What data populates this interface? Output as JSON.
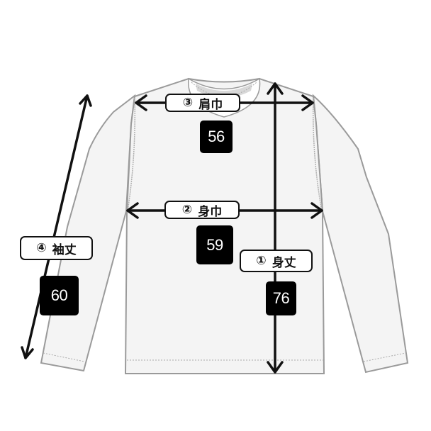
{
  "diagram": {
    "type": "garment-size-chart",
    "garment": "long-sleeve t-shirt",
    "unit": "cm",
    "measurements": {
      "shoulder_width": {
        "index": "③",
        "label": "肩巾",
        "value": "56"
      },
      "body_width": {
        "index": "②",
        "label": "身巾",
        "value": "59"
      },
      "body_length": {
        "index": "①",
        "label": "身丈",
        "value": "76"
      },
      "sleeve_length": {
        "index": "④",
        "label": "袖丈",
        "value": "60"
      }
    },
    "colors": {
      "outline": "#9a9a9a",
      "fill": "#f4f4f4",
      "arrow": "#111111",
      "value_bg": "#000000",
      "value_text": "#ffffff"
    }
  }
}
